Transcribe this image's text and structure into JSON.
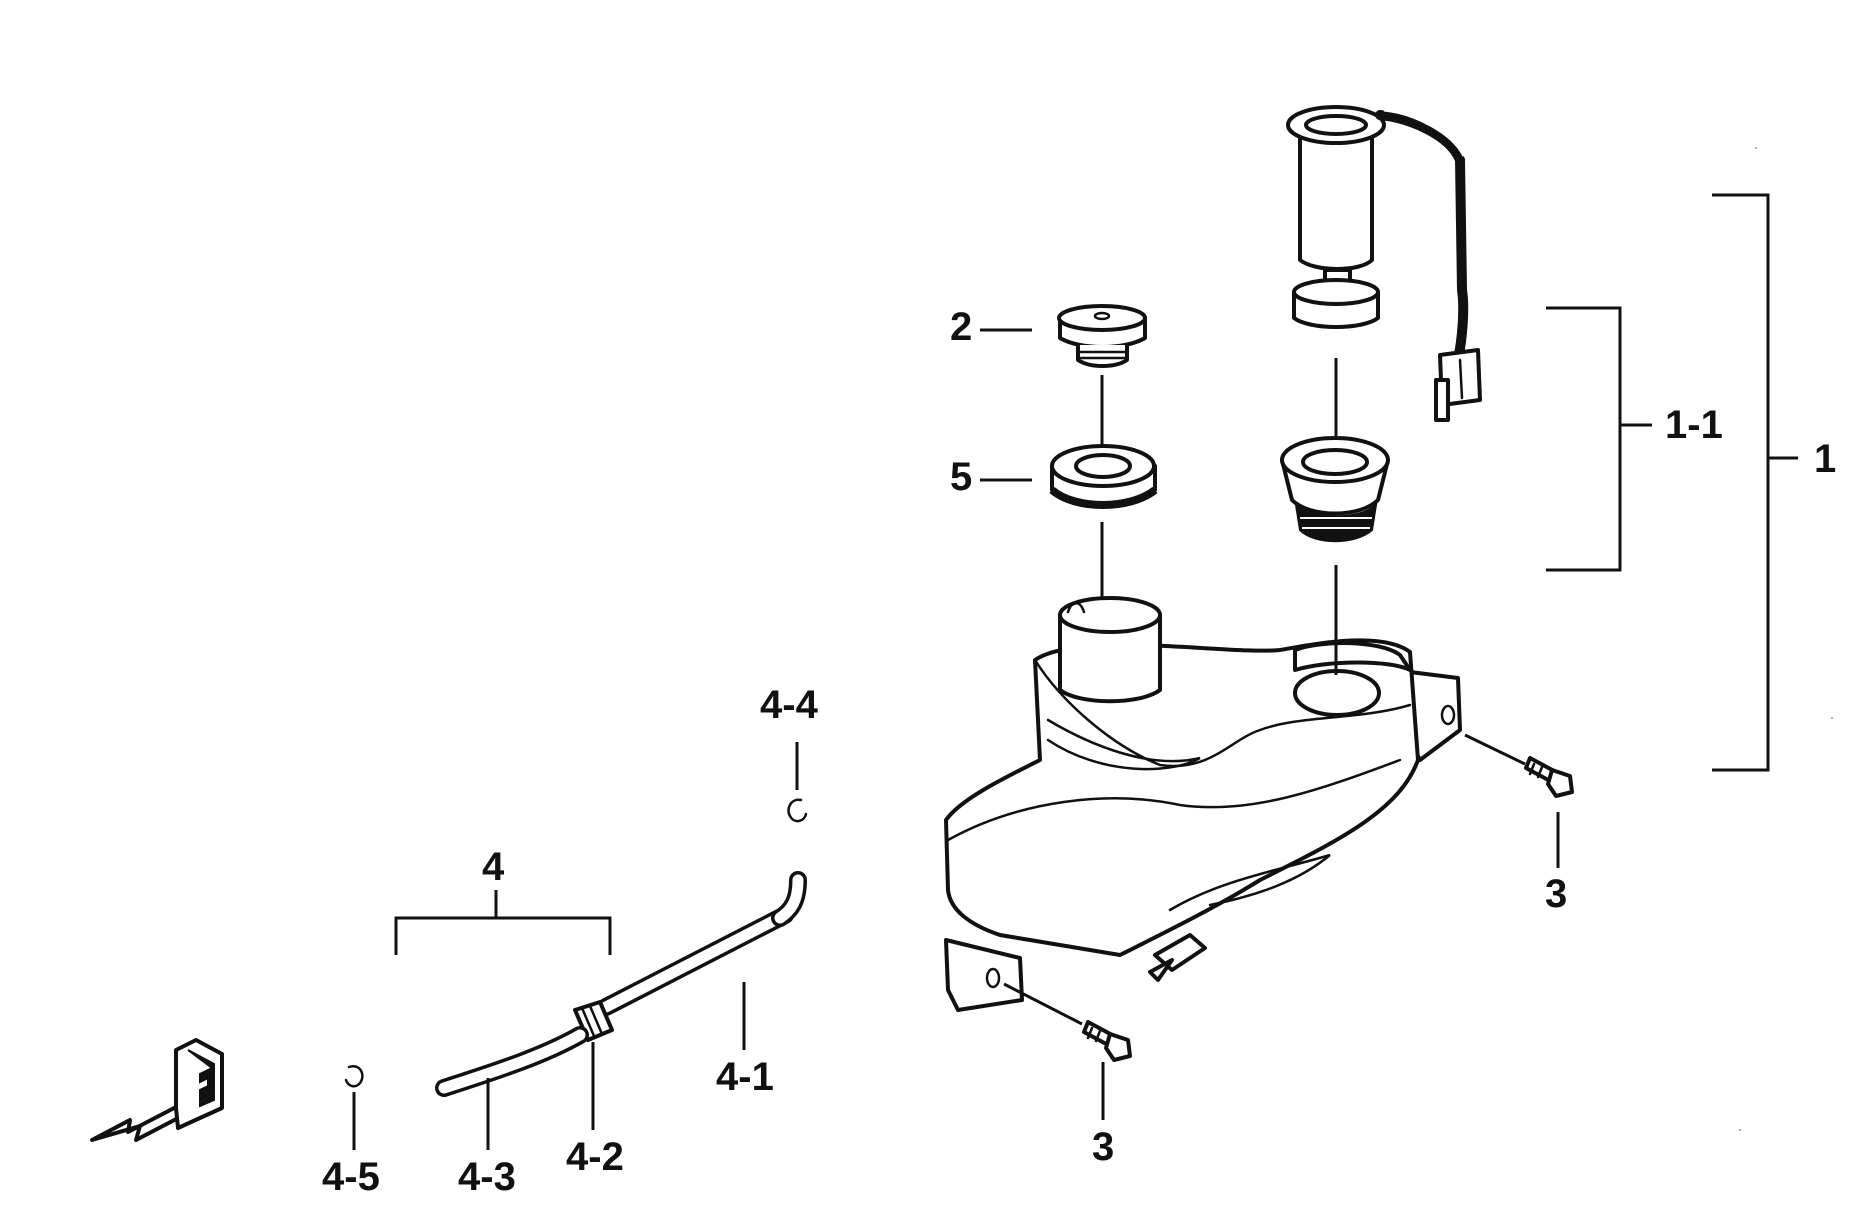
{
  "diagram": {
    "callouts": {
      "c1": "1",
      "c1_1": "1-1",
      "c2": "2",
      "c3a": "3",
      "c3b": "3",
      "c4": "4",
      "c4_1": "4-1",
      "c4_2": "4-2",
      "c4_3": "4-3",
      "c4_4": "4-4",
      "c4_5": "4-5",
      "c5": "5"
    },
    "direction_mark": "F"
  }
}
